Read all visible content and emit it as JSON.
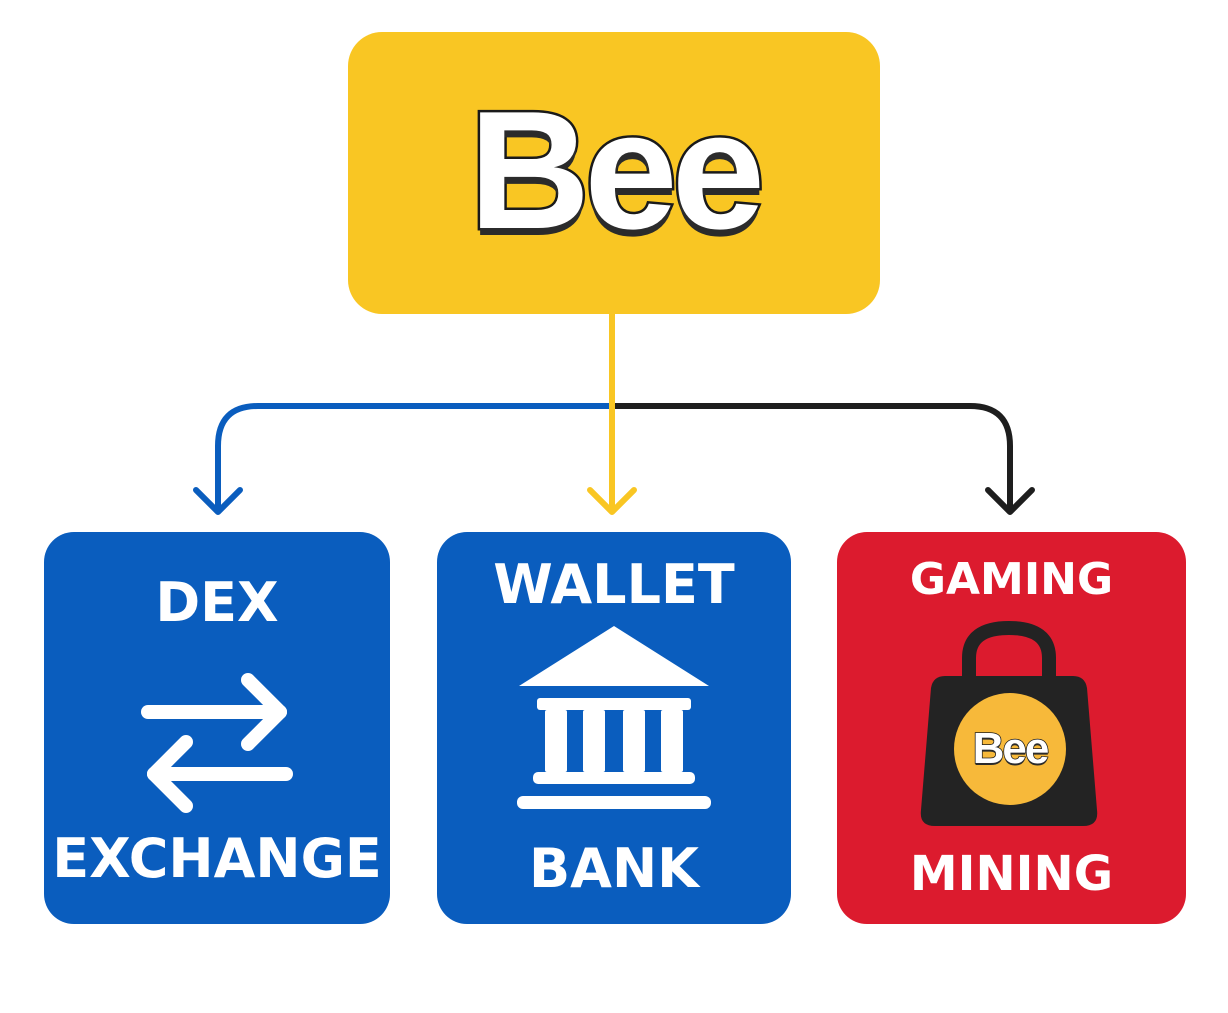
{
  "root": {
    "logo_text": "Bee",
    "color": "#F9C623"
  },
  "branches": [
    {
      "id": "dex",
      "color": "#0A5DBE",
      "connector_color": "#0A5DBE",
      "label_top": "DEX",
      "label_bottom": "EXCHANGE",
      "icon": "exchange-arrows-icon"
    },
    {
      "id": "wallet",
      "color": "#0A5DBE",
      "connector_color": "#F9C623",
      "label_top": "WALLET",
      "label_bottom": "BANK",
      "icon": "bank-building-icon"
    },
    {
      "id": "gaming",
      "color": "#DC1B2E",
      "connector_color": "#1E1E1E",
      "label_top": "GAMING",
      "label_bottom": "MINING",
      "icon": "shopping-bag-icon",
      "badge_text": "Bee",
      "badge_color": "#F7B93A"
    }
  ],
  "colors": {
    "white": "#FFFFFF",
    "dark": "#1E1E1E",
    "bag": "#232323"
  }
}
